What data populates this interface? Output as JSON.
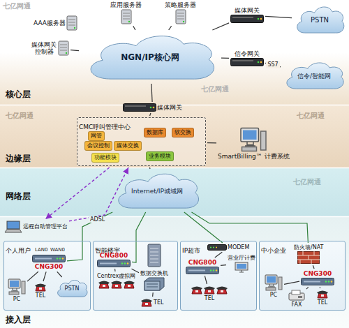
{
  "diagram": {
    "nodes": [
      {
        "text": [
          "核心层"
        ]
      },
      {
        "text": [
          "应用服务器"
        ],
        "in": 0
      },
      {
        "text": [
          "策略服务器"
        ],
        "in": 0
      },
      {
        "text": [
          "AAA服务器"
        ],
        "in": 0
      },
      {
        "text": [
          "媒体网关控制器"
        ],
        "in": 0
      },
      {
        "text": [
          "NGN/IP核心网"
        ],
        "in": 0
      },
      {
        "text": [
          "媒体网关"
        ],
        "in": 0
      },
      {
        "text": [
          "PSTN"
        ],
        "in": 0
      },
      {
        "text": [
          "信令网关"
        ],
        "in": 0
      },
      {
        "text": [
          "信令/智能网"
        ],
        "in": 0
      },
      {
        "text": [
          "边缘层"
        ]
      },
      {
        "text": [
          "媒体网关"
        ],
        "in": 10
      },
      {
        "text": [
          "CMC呼叫管理中心"
        ],
        "in": 10
      },
      {
        "text": [
          "数据库"
        ],
        "in": 12
      },
      {
        "text": [
          "软交换"
        ],
        "in": 12
      },
      {
        "text": [
          "网管"
        ],
        "in": 12
      },
      {
        "text": [
          "会议控制"
        ],
        "in": 12
      },
      {
        "text": [
          "媒体交换"
        ],
        "in": 12
      },
      {
        "text": [
          "功能模块"
        ],
        "in": 12
      },
      {
        "text": [
          "业务模块"
        ],
        "in": 12
      },
      {
        "text": [
          "SmartBilling™ 计费系统"
        ],
        "in": 10
      },
      {
        "text": [
          "网络层"
        ]
      },
      {
        "text": [
          "Internet/IP城域网"
        ],
        "in": 21
      },
      {
        "text": [
          "接入层"
        ]
      },
      {
        "text": [
          "远程自助管理平台"
        ],
        "in": 23
      },
      {
        "text": [
          "个人用户"
        ],
        "in": 23
      },
      {
        "text": [
          "CNG300"
        ],
        "in": 25
      },
      {
        "text": [
          "PC"
        ],
        "in": 25
      },
      {
        "text": [
          "TEL"
        ],
        "in": 25
      },
      {
        "text": [
          "PSTN"
        ],
        "in": 25
      },
      {
        "text": [
          "智能楼宇"
        ],
        "in": 23
      },
      {
        "text": [
          "CNG800"
        ],
        "in": 30
      },
      {
        "text": [
          "Centrex虚拟网"
        ],
        "in": 30
      },
      {
        "text": [
          "数据交换机"
        ],
        "in": 30
      },
      {
        "text": [
          "TEL"
        ],
        "in": 30
      },
      {
        "text": [
          "IP超市"
        ],
        "in": 23
      },
      {
        "text": [
          "MODEM"
        ],
        "in": 35
      },
      {
        "text": [
          "CNG800"
        ],
        "in": 35
      },
      {
        "text": [
          "营业厅计费"
        ],
        "in": 35
      },
      {
        "text": [
          "TEL"
        ],
        "in": 35
      },
      {
        "text": [
          "中小企业"
        ],
        "in": 23
      },
      {
        "text": [
          "防火墙/NAT"
        ],
        "in": 40
      },
      {
        "text": [
          "CNG300"
        ],
        "in": 40
      },
      {
        "text": [
          "PC"
        ],
        "in": 40
      },
      {
        "text": [
          "FAX"
        ],
        "in": 40
      },
      {
        "text": [
          "TEL"
        ],
        "in": 40
      }
    ],
    "edges": [
      {
        "from": 1,
        "to": 5,
        "arrow": "none"
      },
      {
        "from": 2,
        "to": 5,
        "arrow": "none"
      },
      {
        "from": 3,
        "to": 5,
        "arrow": "none"
      },
      {
        "from": 4,
        "to": 5,
        "arrow": "none"
      },
      {
        "from": 5,
        "to": 6,
        "arrow": "none"
      },
      {
        "from": 6,
        "to": 7,
        "arrow": "none"
      },
      {
        "from": 5,
        "to": 8,
        "arrow": "none"
      },
      {
        "from": 8,
        "to": 9,
        "label": "SS7",
        "arrow": "none"
      },
      {
        "from": 5,
        "to": 11,
        "arrow": "none"
      },
      {
        "from": 11,
        "to": 12,
        "arrow": "none"
      },
      {
        "from": 12,
        "to": 20,
        "arrow": "none"
      },
      {
        "from": 12,
        "to": 22,
        "arrow": "none"
      },
      {
        "from": 12,
        "to": 24,
        "arrow": "to"
      },
      {
        "from": 24,
        "to": 12,
        "arrow": "to"
      },
      {
        "from": 22,
        "to": 26,
        "label": "ADSL",
        "arrow": "none"
      },
      {
        "from": 22,
        "to": 31,
        "arrow": "none"
      },
      {
        "from": 22,
        "to": 36,
        "arrow": "none"
      },
      {
        "from": 22,
        "to": 41,
        "arrow": "none"
      },
      {
        "from": 26,
        "to": 27,
        "arrow": "none"
      },
      {
        "from": 26,
        "to": 28,
        "arrow": "none"
      },
      {
        "from": 26,
        "to": 29,
        "arrow": "none"
      },
      {
        "from": 31,
        "to": 32,
        "arrow": "none"
      },
      {
        "from": 31,
        "to": 33,
        "arrow": "none"
      },
      {
        "from": 33,
        "to": 34,
        "arrow": "none"
      },
      {
        "from": 36,
        "to": 37,
        "arrow": "none"
      },
      {
        "from": 37,
        "to": 38,
        "arrow": "none"
      },
      {
        "from": 37,
        "to": 39,
        "arrow": "none"
      },
      {
        "from": 41,
        "to": 42,
        "arrow": "none"
      },
      {
        "from": 42,
        "to": 43,
        "arrow": "none"
      },
      {
        "from": 42,
        "to": 44,
        "arrow": "none"
      },
      {
        "from": 42,
        "to": 45,
        "arrow": "none"
      }
    ],
    "labels": [
      "LAN0",
      "WAN0",
      "七亿网通",
      "七亿网通",
      "七亿网通",
      "七亿网通",
      "七亿网通"
    ]
  }
}
